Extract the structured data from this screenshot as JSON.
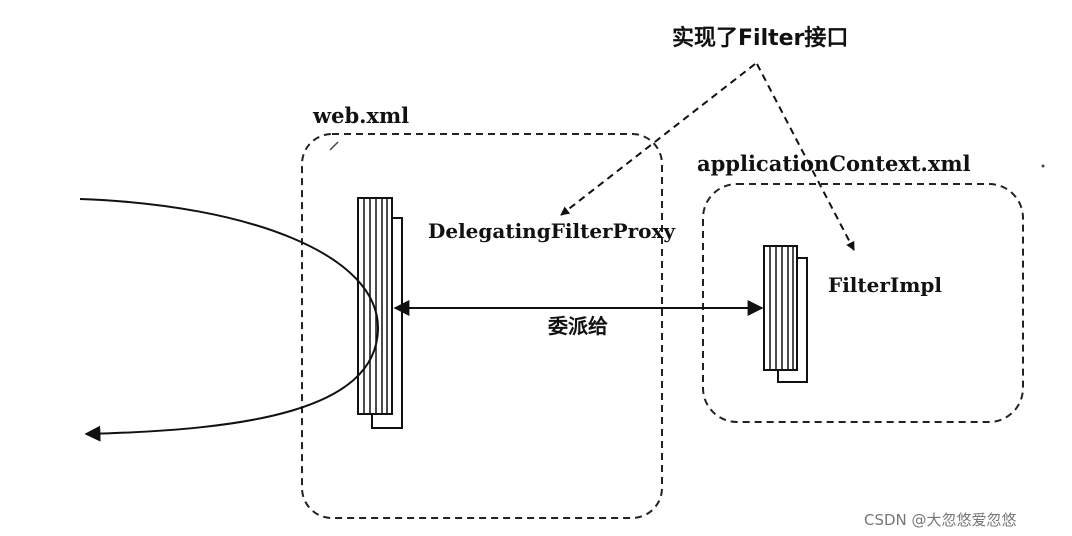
{
  "labels": {
    "interface": "实现了Filter接口",
    "web_xml": "web.xml",
    "application_context": "applicationContext.xml",
    "delegating_proxy": "DelegatingFilterProxy",
    "filter_impl": "FilterImpl",
    "delegate_to": "委派给"
  },
  "watermark": "CSDN @大忽悠爱忽悠"
}
